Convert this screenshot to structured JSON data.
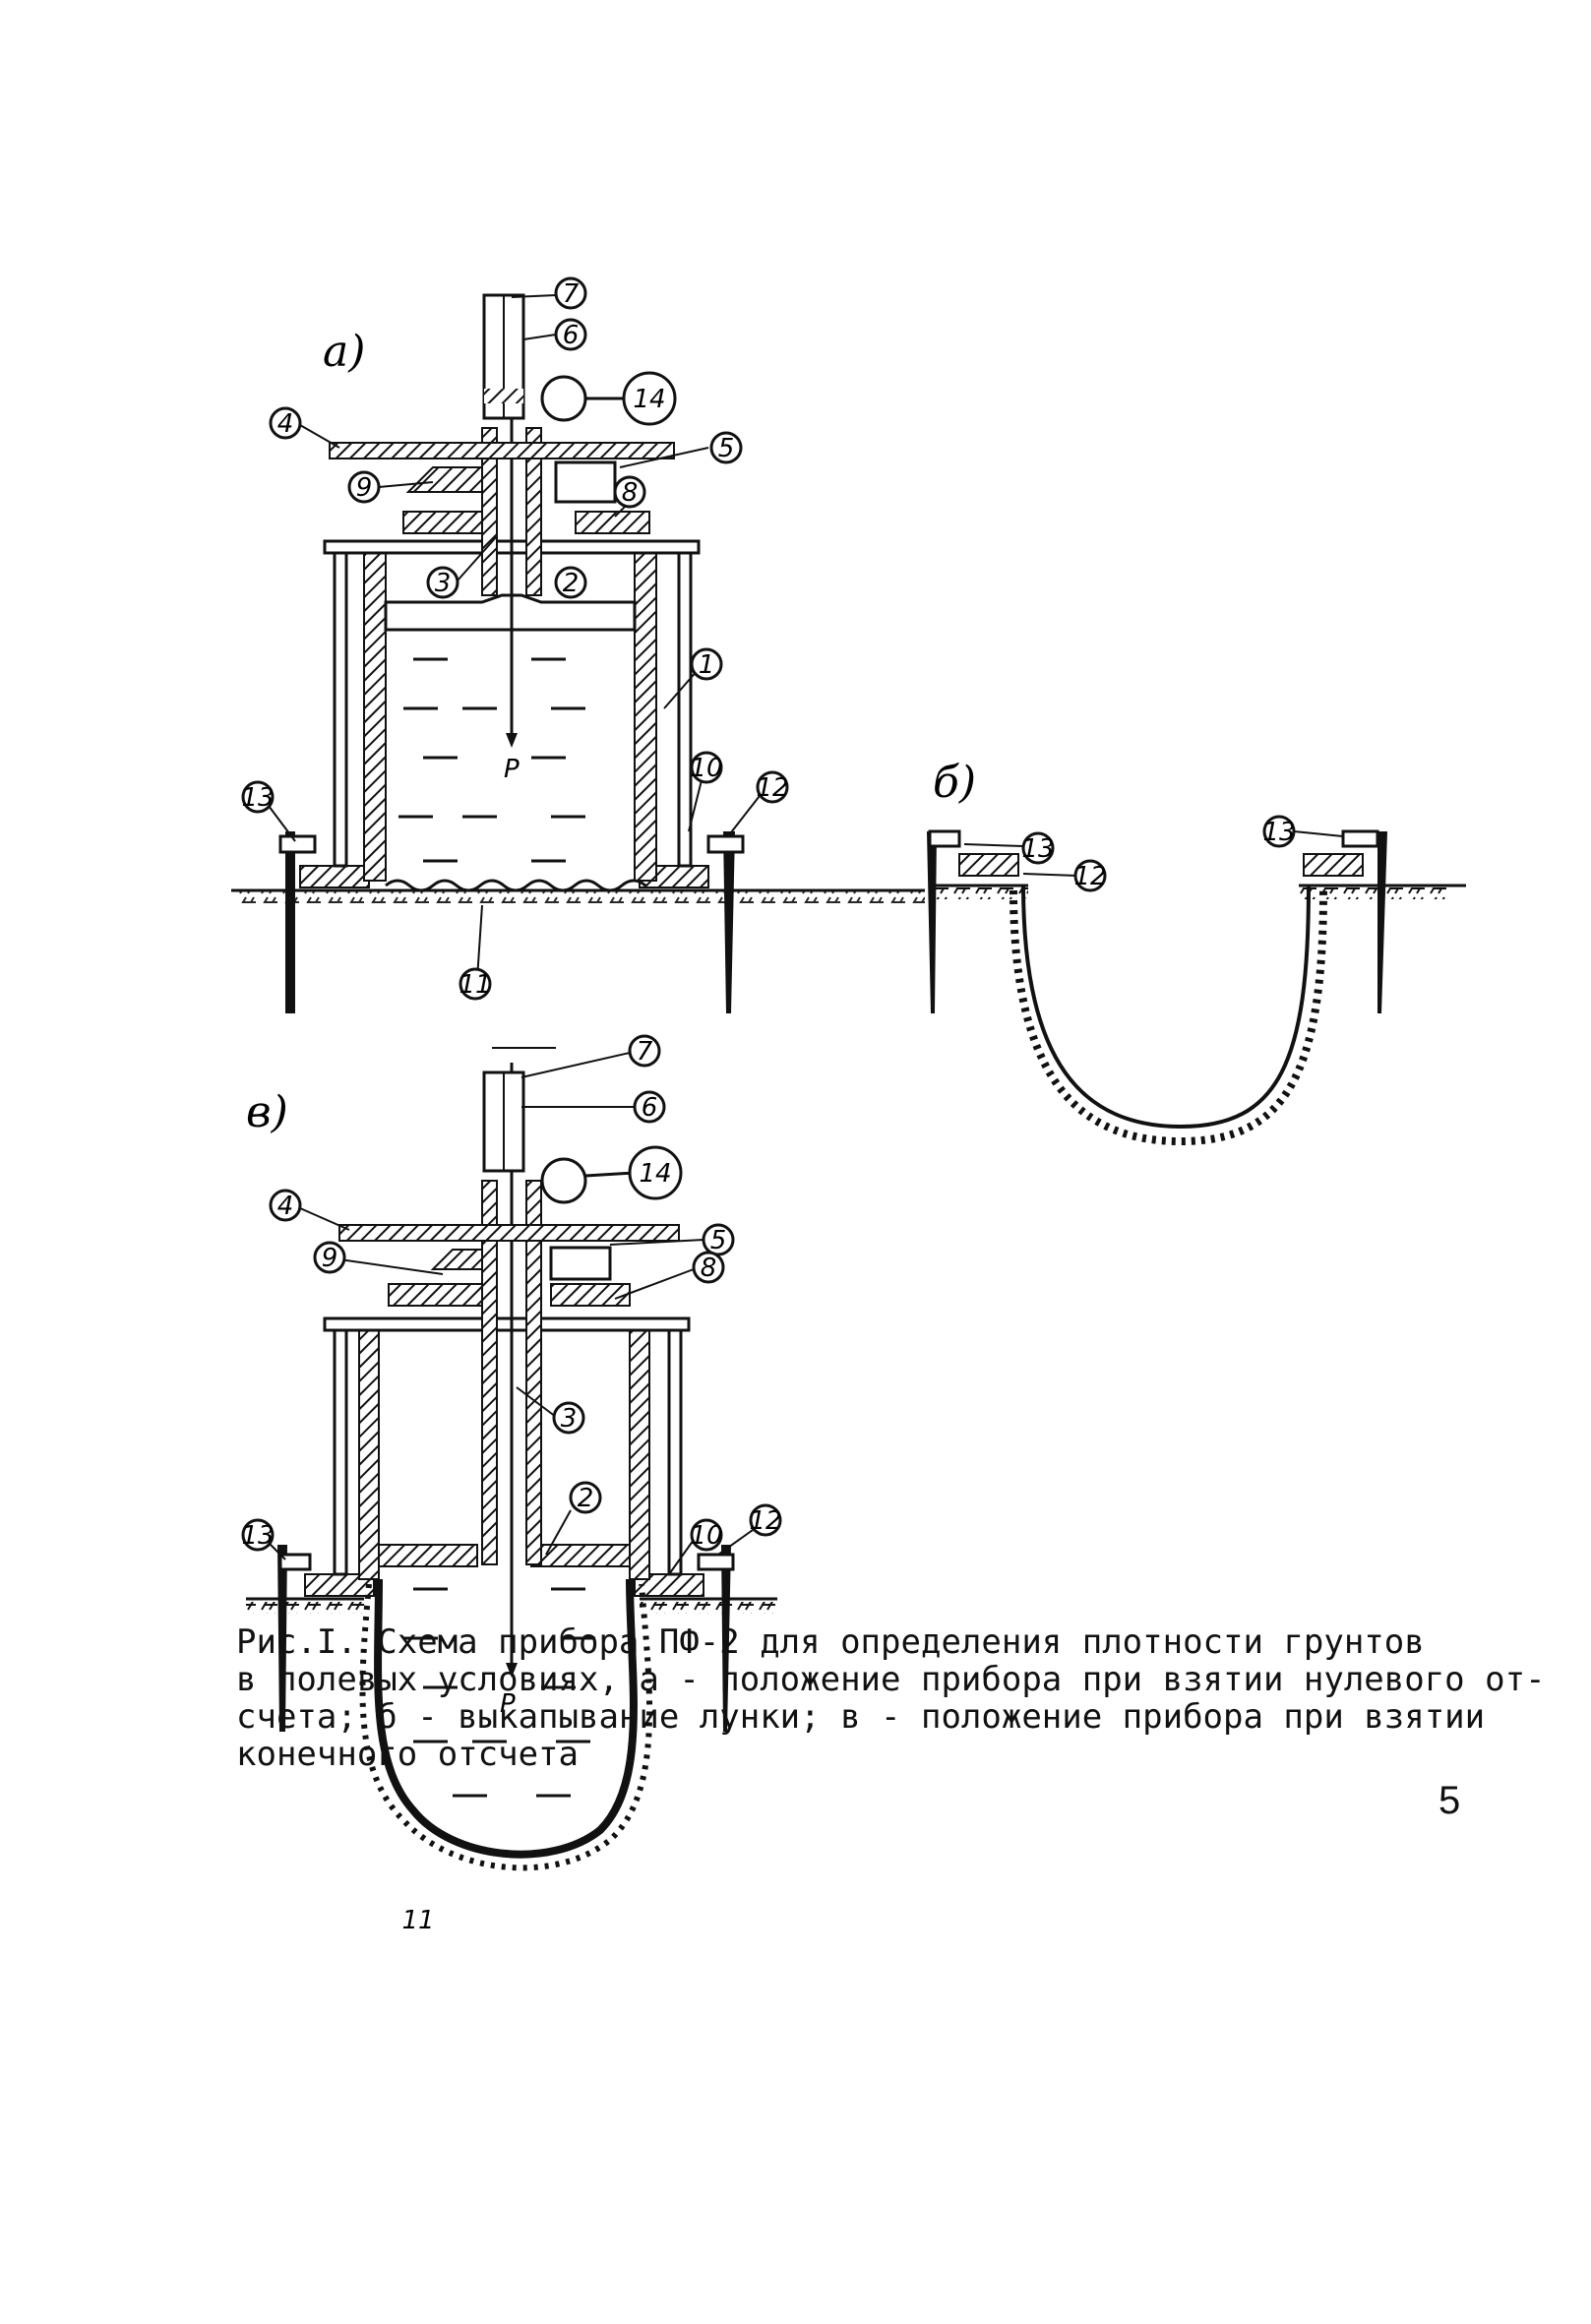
{
  "figure": {
    "subfigures": {
      "a": "а)",
      "b": "б)",
      "v": "в)"
    },
    "labels": [
      "1",
      "2",
      "3",
      "4",
      "5",
      "6",
      "7",
      "8",
      "9",
      "10",
      "11",
      "12",
      "13",
      "14"
    ],
    "pressure_label": "P",
    "caption_lines": [
      "Рис.I. Схема прибора ПФ-2 для определения плотности грунтов",
      "в полевых условиях, а - положение прибора при взятии нулевого от-",
      "счета; б - выкапывание лунки; в - положение прибора при взятии",
      "конечного отсчета"
    ]
  },
  "page_number": "5"
}
